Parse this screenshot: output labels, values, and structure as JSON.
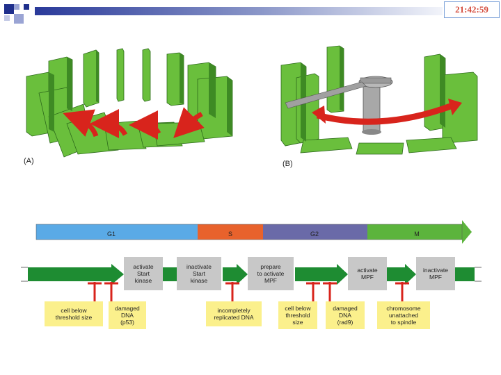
{
  "clock": {
    "time": "21:42:59"
  },
  "panels": {
    "a_label": "(A)",
    "b_label": "(B)"
  },
  "phases": [
    "G1",
    "S",
    "G2",
    "M"
  ],
  "steps": [
    "activate\nStart\nkinase",
    "inactivate\nStart\nkinase",
    "prepare\nto activate\nMPF",
    "activate\nMPF",
    "inactivate\nMPF"
  ],
  "conditions": [
    "cell below\nthreshold size",
    "damaged\nDNA\n(p53)",
    "incompletely\nreplicated DNA",
    "cell below\nthreshold\nsize",
    "damaged\nDNA\n(rad9)",
    "chromosome\nunattached\nto spindle"
  ],
  "colors": {
    "header_blue": "#1f2f8c",
    "domino_green": "#6abf3c",
    "arrow_red": "#d8241c",
    "g1": "#5aaae6",
    "s": "#e8622c",
    "g2": "#6a6aa8",
    "m": "#5cb43c",
    "pathway_green": "#1e8c32"
  }
}
